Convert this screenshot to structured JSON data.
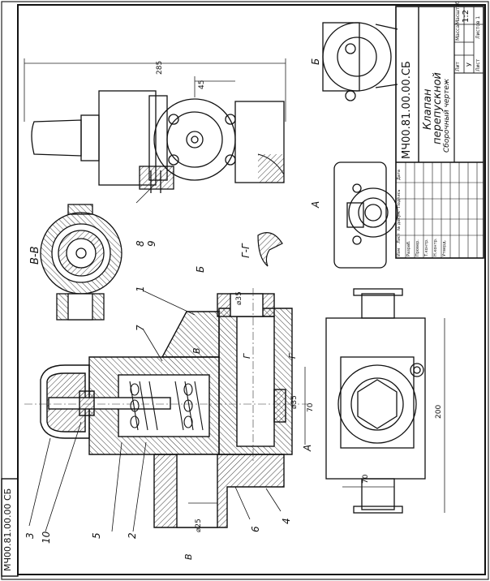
{
  "drawing": {
    "code_main": "МЧ00.81.00.00.СБ",
    "code_side": "МЧ00.81.00.00 СБ",
    "title_line1": "Клапан",
    "title_line2": "перепускной",
    "title_line3": "Сборочный чертеж",
    "scale": "1:2",
    "hdr_lit": "Лит",
    "hdr_mass": "Масса",
    "hdr_masht": "Масштаб",
    "lit_value": "У",
    "sheet_label": "Лист",
    "sheets_label": "Листов 1",
    "stamp_row_labels": [
      "Изм",
      "Лист",
      "№ докум.",
      "Подпись",
      "Дата"
    ],
    "stamp_roles": [
      "Разраб.",
      "Провер.",
      "Т.контр.",
      "Н.контр.",
      "Утверд."
    ]
  },
  "views": {
    "section_vv": "В-В",
    "section_gg": "Г-Г",
    "arrow_b": "Б",
    "view_b": "Б",
    "view_a": "А",
    "arrow_a": "А",
    "cut_v_top": "В",
    "cut_v_bottom": "В",
    "cut_g_a": "Г",
    "cut_g_b": "Г"
  },
  "dimensions": {
    "d285": "285",
    "d45": "45",
    "d35a": "⌀35",
    "d35b": "⌀35",
    "d70a": "70",
    "d70b": "70",
    "d200": "200",
    "d25": "⌀25"
  },
  "callouts": [
    "1",
    "7",
    "8",
    "9",
    "3",
    "10",
    "5",
    "2",
    "6",
    "4"
  ]
}
